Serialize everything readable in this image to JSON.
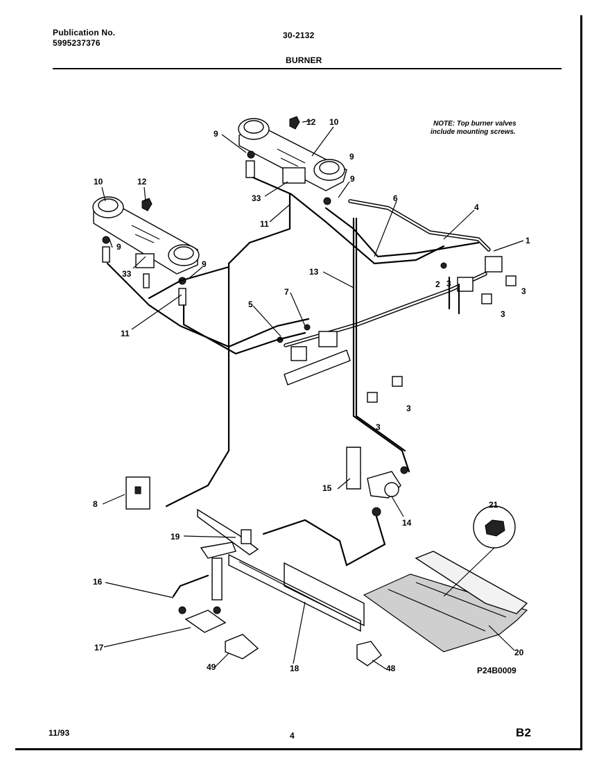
{
  "header": {
    "publication_label": "Publication No.",
    "publication_number": "5995237376",
    "model_code": "30-2132",
    "section_title": "BURNER"
  },
  "note": {
    "line1": "NOTE: Top burner valves",
    "line2": "include mounting screws."
  },
  "callouts": [
    "1",
    "2",
    "3",
    "3",
    "3",
    "3",
    "3",
    "4",
    "5",
    "6",
    "7",
    "8",
    "9",
    "9",
    "9",
    "9",
    "9",
    "10",
    "10",
    "11",
    "11",
    "12",
    "12",
    "13",
    "14",
    "15",
    "16",
    "17",
    "18",
    "19",
    "20",
    "21",
    "33",
    "33",
    "48",
    "49"
  ],
  "diagram_code": "P24B0009",
  "footer": {
    "date": "11/93",
    "page_number": "4",
    "page_code": "B2"
  }
}
